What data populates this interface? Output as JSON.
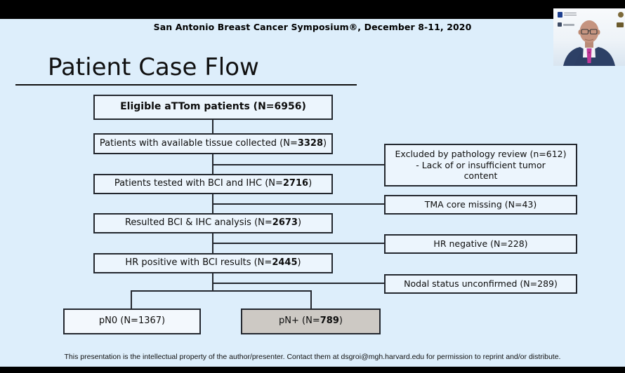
{
  "header": {
    "symposium_title": "San Antonio Breast Cancer Symposium®, December 8-11, 2020"
  },
  "slide": {
    "title": "Patient Case Flow",
    "flow": {
      "eligible": {
        "pre": "",
        "bold": "Eligible aTTom patients (N=6956)",
        "post": ""
      },
      "tissue": {
        "pre": "Patients with available tissue collected (N=",
        "bold": "3328",
        "post": ")"
      },
      "tested": {
        "pre": "Patients tested with BCI and IHC (N=",
        "bold": "2716",
        "post": ")"
      },
      "resulted": {
        "pre": "Resulted BCI & IHC analysis (N=",
        "bold": "2673",
        "post": ")"
      },
      "hr_positive": {
        "pre": "HR positive with BCI results (N=",
        "bold": "2445",
        "post": ")"
      },
      "excluded": {
        "lines": [
          "Excluded by pathology review (n=612)",
          "- Lack of or insufficient tumor",
          "content"
        ]
      },
      "tma": {
        "text": "TMA core missing (N=43)"
      },
      "hr_negative": {
        "text": "HR negative (N=228)"
      },
      "nodal": {
        "text": "Nodal status unconfirmed (N=289)"
      },
      "pn0": {
        "pre": "pN0 (N=1367)",
        "bold": "",
        "post": ""
      },
      "pn_plus": {
        "pre": "pN+ (N=",
        "bold": "789",
        "post": ")"
      }
    },
    "footer": "This presentation is the intellectual property of the author/presenter. Contact them at dsgroi@mgh.harvard.edu for permission to reprint and/or distribute."
  },
  "colors": {
    "background": "#ddeefb",
    "box_fill": "#ecf5fd",
    "box_border": "#23272e",
    "highlight_box_fill": "#cdc9c4",
    "bars": "#000000",
    "tie_accent": "#c2399a",
    "suit": "#2d4066"
  }
}
